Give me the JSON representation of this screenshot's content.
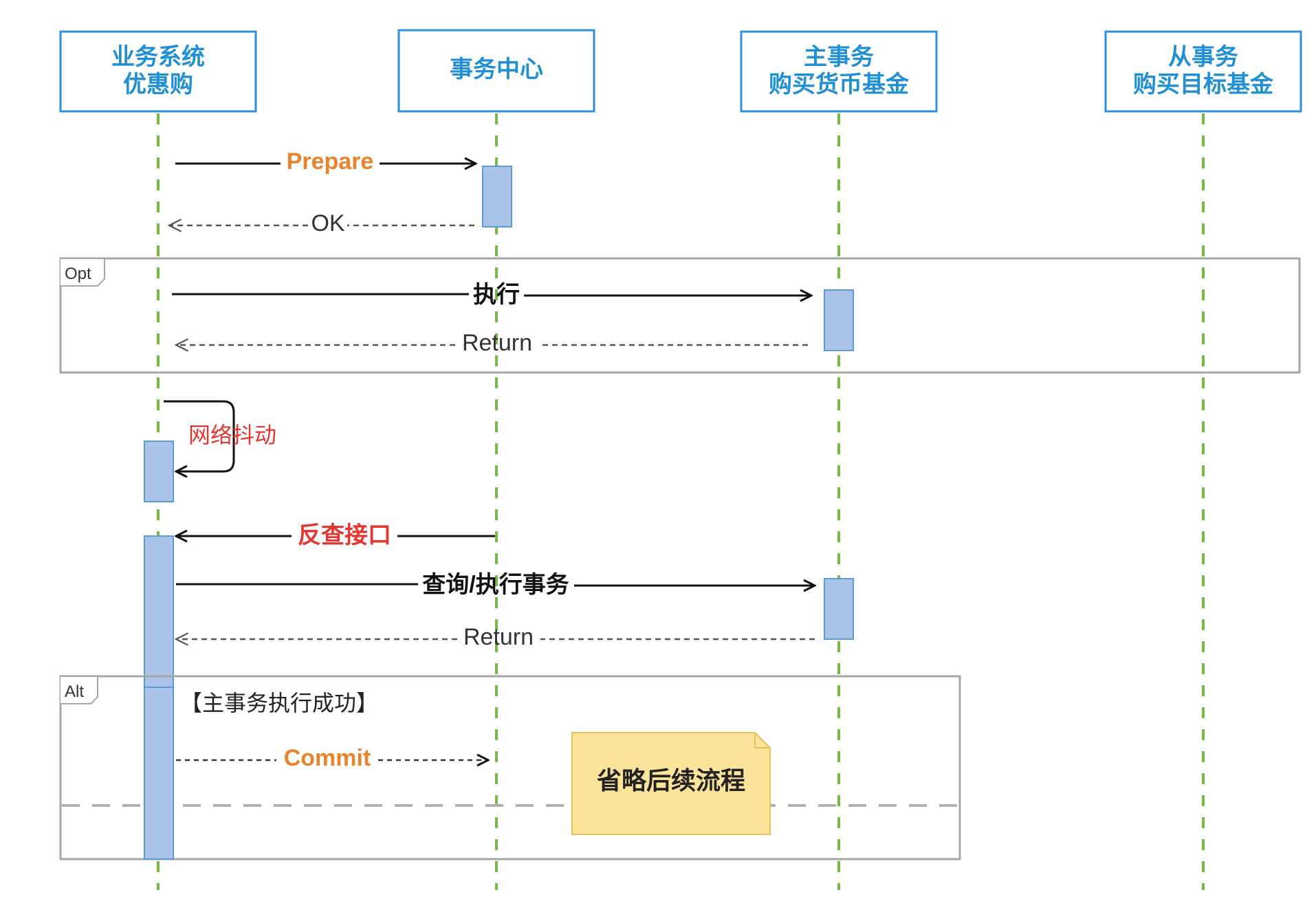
{
  "participants": {
    "business": {
      "line1": "业务系统",
      "line2": "优惠购"
    },
    "coordinator": {
      "line1": "事务中心"
    },
    "main_tx": {
      "line1": "主事务",
      "line2": "购买货币基金"
    },
    "sub_tx": {
      "line1": "从事务",
      "line2": "购买目标基金"
    }
  },
  "frames": {
    "opt_tag": "Opt",
    "alt_tag": "Alt",
    "alt_guard": "【主事务执行成功】"
  },
  "messages": {
    "prepare": "Prepare",
    "ok": "OK",
    "execute": "执行",
    "return1": "Return",
    "jitter": "网络抖动",
    "reverse_query": "反查接口",
    "query_execute": "查询/执行事务",
    "return2": "Return",
    "commit": "Commit"
  },
  "note": {
    "text": "省略后续流程"
  },
  "colors": {
    "actor_border": "#2b8fd9",
    "actor_text": "#1f8fd6",
    "lifeline": "#7ab648",
    "activation_fill": "#a9c4e8",
    "activation_border": "#5b9bd5",
    "frame_border": "#a6a6a6",
    "note_fill": "#fbe39a",
    "note_border": "#e5c15a",
    "orange": "#e8842c",
    "red": "#e5362f"
  }
}
